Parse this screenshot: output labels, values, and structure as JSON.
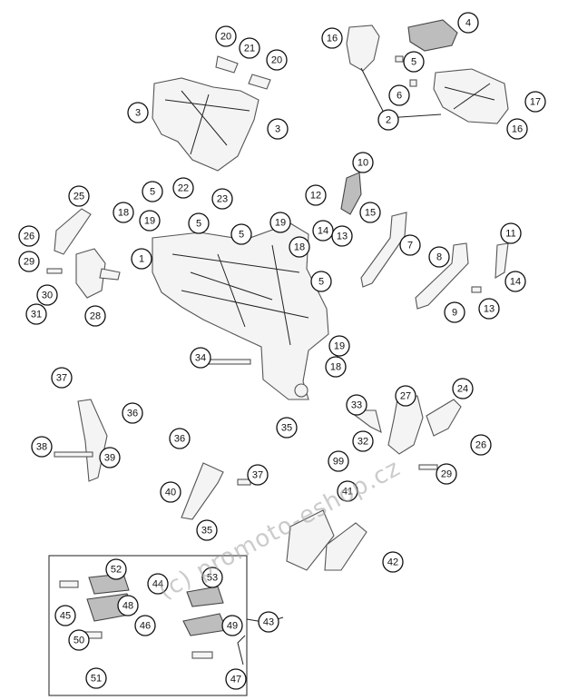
{
  "watermark": "(c) promoto-eshop.cz",
  "callouts": [
    {
      "id": "c20a",
      "label": "20"
    },
    {
      "id": "c21",
      "label": "21"
    },
    {
      "id": "c20b",
      "label": "20"
    },
    {
      "id": "c3a",
      "label": "3"
    },
    {
      "id": "c3b",
      "label": "3"
    },
    {
      "id": "c16a",
      "label": "16"
    },
    {
      "id": "c4",
      "label": "4"
    },
    {
      "id": "c5top",
      "label": "5"
    },
    {
      "id": "c6",
      "label": "6"
    },
    {
      "id": "c2",
      "label": "2"
    },
    {
      "id": "c17",
      "label": "17"
    },
    {
      "id": "c16b",
      "label": "16"
    },
    {
      "id": "c10",
      "label": "10"
    },
    {
      "id": "c5a",
      "label": "5"
    },
    {
      "id": "c22",
      "label": "22"
    },
    {
      "id": "c23",
      "label": "23"
    },
    {
      "id": "c12",
      "label": "12"
    },
    {
      "id": "c15",
      "label": "15"
    },
    {
      "id": "c14a",
      "label": "14"
    },
    {
      "id": "c13a",
      "label": "13"
    },
    {
      "id": "c7",
      "label": "7"
    },
    {
      "id": "c11",
      "label": "11"
    },
    {
      "id": "c8",
      "label": "8"
    },
    {
      "id": "c14b",
      "label": "14"
    },
    {
      "id": "c13b",
      "label": "13"
    },
    {
      "id": "c9",
      "label": "9"
    },
    {
      "id": "c25",
      "label": "25"
    },
    {
      "id": "c18a",
      "label": "18"
    },
    {
      "id": "c19a",
      "label": "19"
    },
    {
      "id": "c5b",
      "label": "5"
    },
    {
      "id": "c5c",
      "label": "5"
    },
    {
      "id": "c19b",
      "label": "19"
    },
    {
      "id": "c18b",
      "label": "18"
    },
    {
      "id": "c26a",
      "label": "26"
    },
    {
      "id": "c1",
      "label": "1"
    },
    {
      "id": "c5d",
      "label": "5"
    },
    {
      "id": "c29a",
      "label": "29"
    },
    {
      "id": "c30",
      "label": "30"
    },
    {
      "id": "c31",
      "label": "31"
    },
    {
      "id": "c28",
      "label": "28"
    },
    {
      "id": "c34",
      "label": "34"
    },
    {
      "id": "c19c",
      "label": "19"
    },
    {
      "id": "c18c",
      "label": "18"
    },
    {
      "id": "c37a",
      "label": "37"
    },
    {
      "id": "c36a",
      "label": "36"
    },
    {
      "id": "c24",
      "label": "24"
    },
    {
      "id": "c33",
      "label": "33"
    },
    {
      "id": "c27",
      "label": "27"
    },
    {
      "id": "c35a",
      "label": "35"
    },
    {
      "id": "c32",
      "label": "32"
    },
    {
      "id": "c26b",
      "label": "26"
    },
    {
      "id": "c38",
      "label": "38"
    },
    {
      "id": "c39",
      "label": "39"
    },
    {
      "id": "c36b",
      "label": "36"
    },
    {
      "id": "c99",
      "label": "99"
    },
    {
      "id": "c29b",
      "label": "29"
    },
    {
      "id": "c37b",
      "label": "37"
    },
    {
      "id": "c40",
      "label": "40"
    },
    {
      "id": "c41",
      "label": "41"
    },
    {
      "id": "c35b",
      "label": "35"
    },
    {
      "id": "c42",
      "label": "42"
    },
    {
      "id": "c52",
      "label": "52"
    },
    {
      "id": "c44",
      "label": "44"
    },
    {
      "id": "c53",
      "label": "53"
    },
    {
      "id": "c48",
      "label": "48"
    },
    {
      "id": "c45",
      "label": "45"
    },
    {
      "id": "c46",
      "label": "46"
    },
    {
      "id": "c49",
      "label": "49"
    },
    {
      "id": "c43",
      "label": "43"
    },
    {
      "id": "c50",
      "label": "50"
    },
    {
      "id": "c51",
      "label": "51"
    },
    {
      "id": "c47",
      "label": "47"
    }
  ]
}
